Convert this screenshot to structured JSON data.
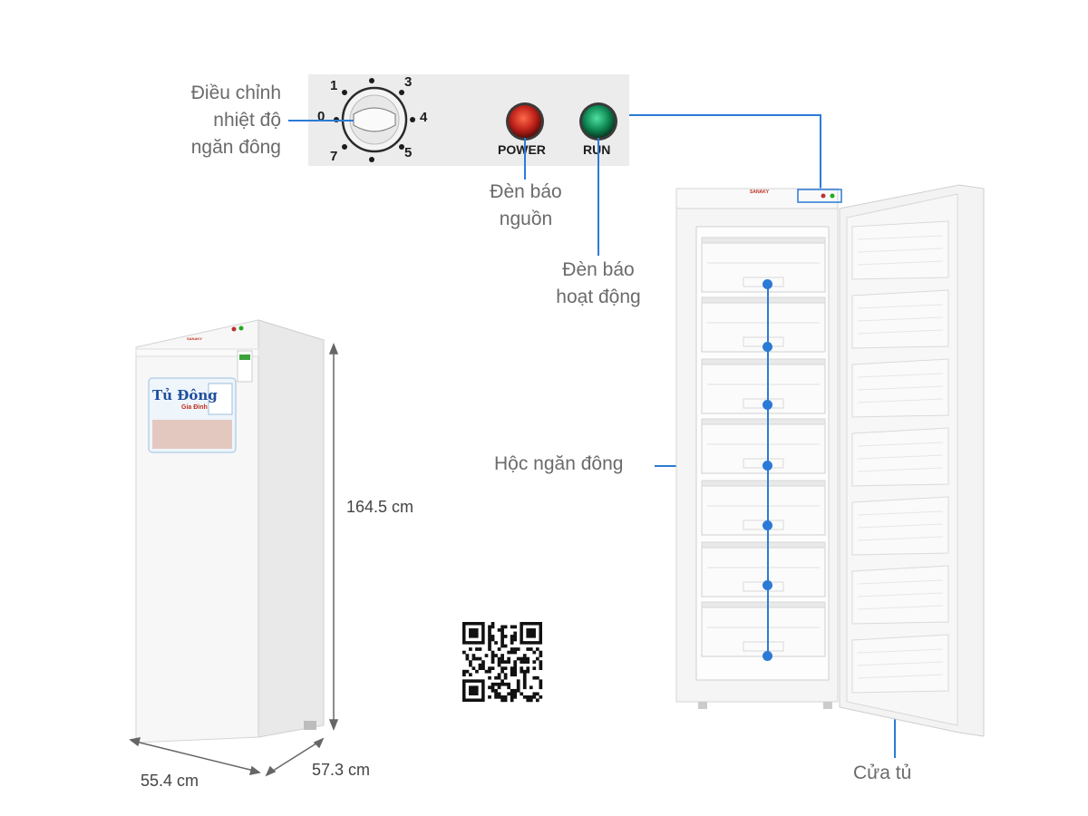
{
  "panel": {
    "dial_numbers": [
      "0",
      "1",
      "3",
      "4",
      "5",
      "7"
    ],
    "power_label": "POWER",
    "run_label": "RUN"
  },
  "callouts": {
    "temp_control": [
      "Điều chỉnh",
      "nhiệt độ",
      "ngăn đông"
    ],
    "power_light": [
      "Đèn báo",
      "nguồn"
    ],
    "run_light": [
      "Đèn báo",
      "hoạt động"
    ],
    "drawers": "Hộc ngăn đông",
    "door": "Cửa tủ"
  },
  "dimensions": {
    "height": "164.5 cm",
    "width": "55.4 cm",
    "depth": "57.3 cm"
  },
  "product": {
    "brand_mark": "SANAKY",
    "sticker_title": "Tủ Đông",
    "sticker_subtitle": "Gia Đình"
  },
  "colors": {
    "accent": "#2b7bd6",
    "power_lamp": "#c0221a",
    "run_lamp": "#0f8a55",
    "panel_bg": "#ececec"
  }
}
